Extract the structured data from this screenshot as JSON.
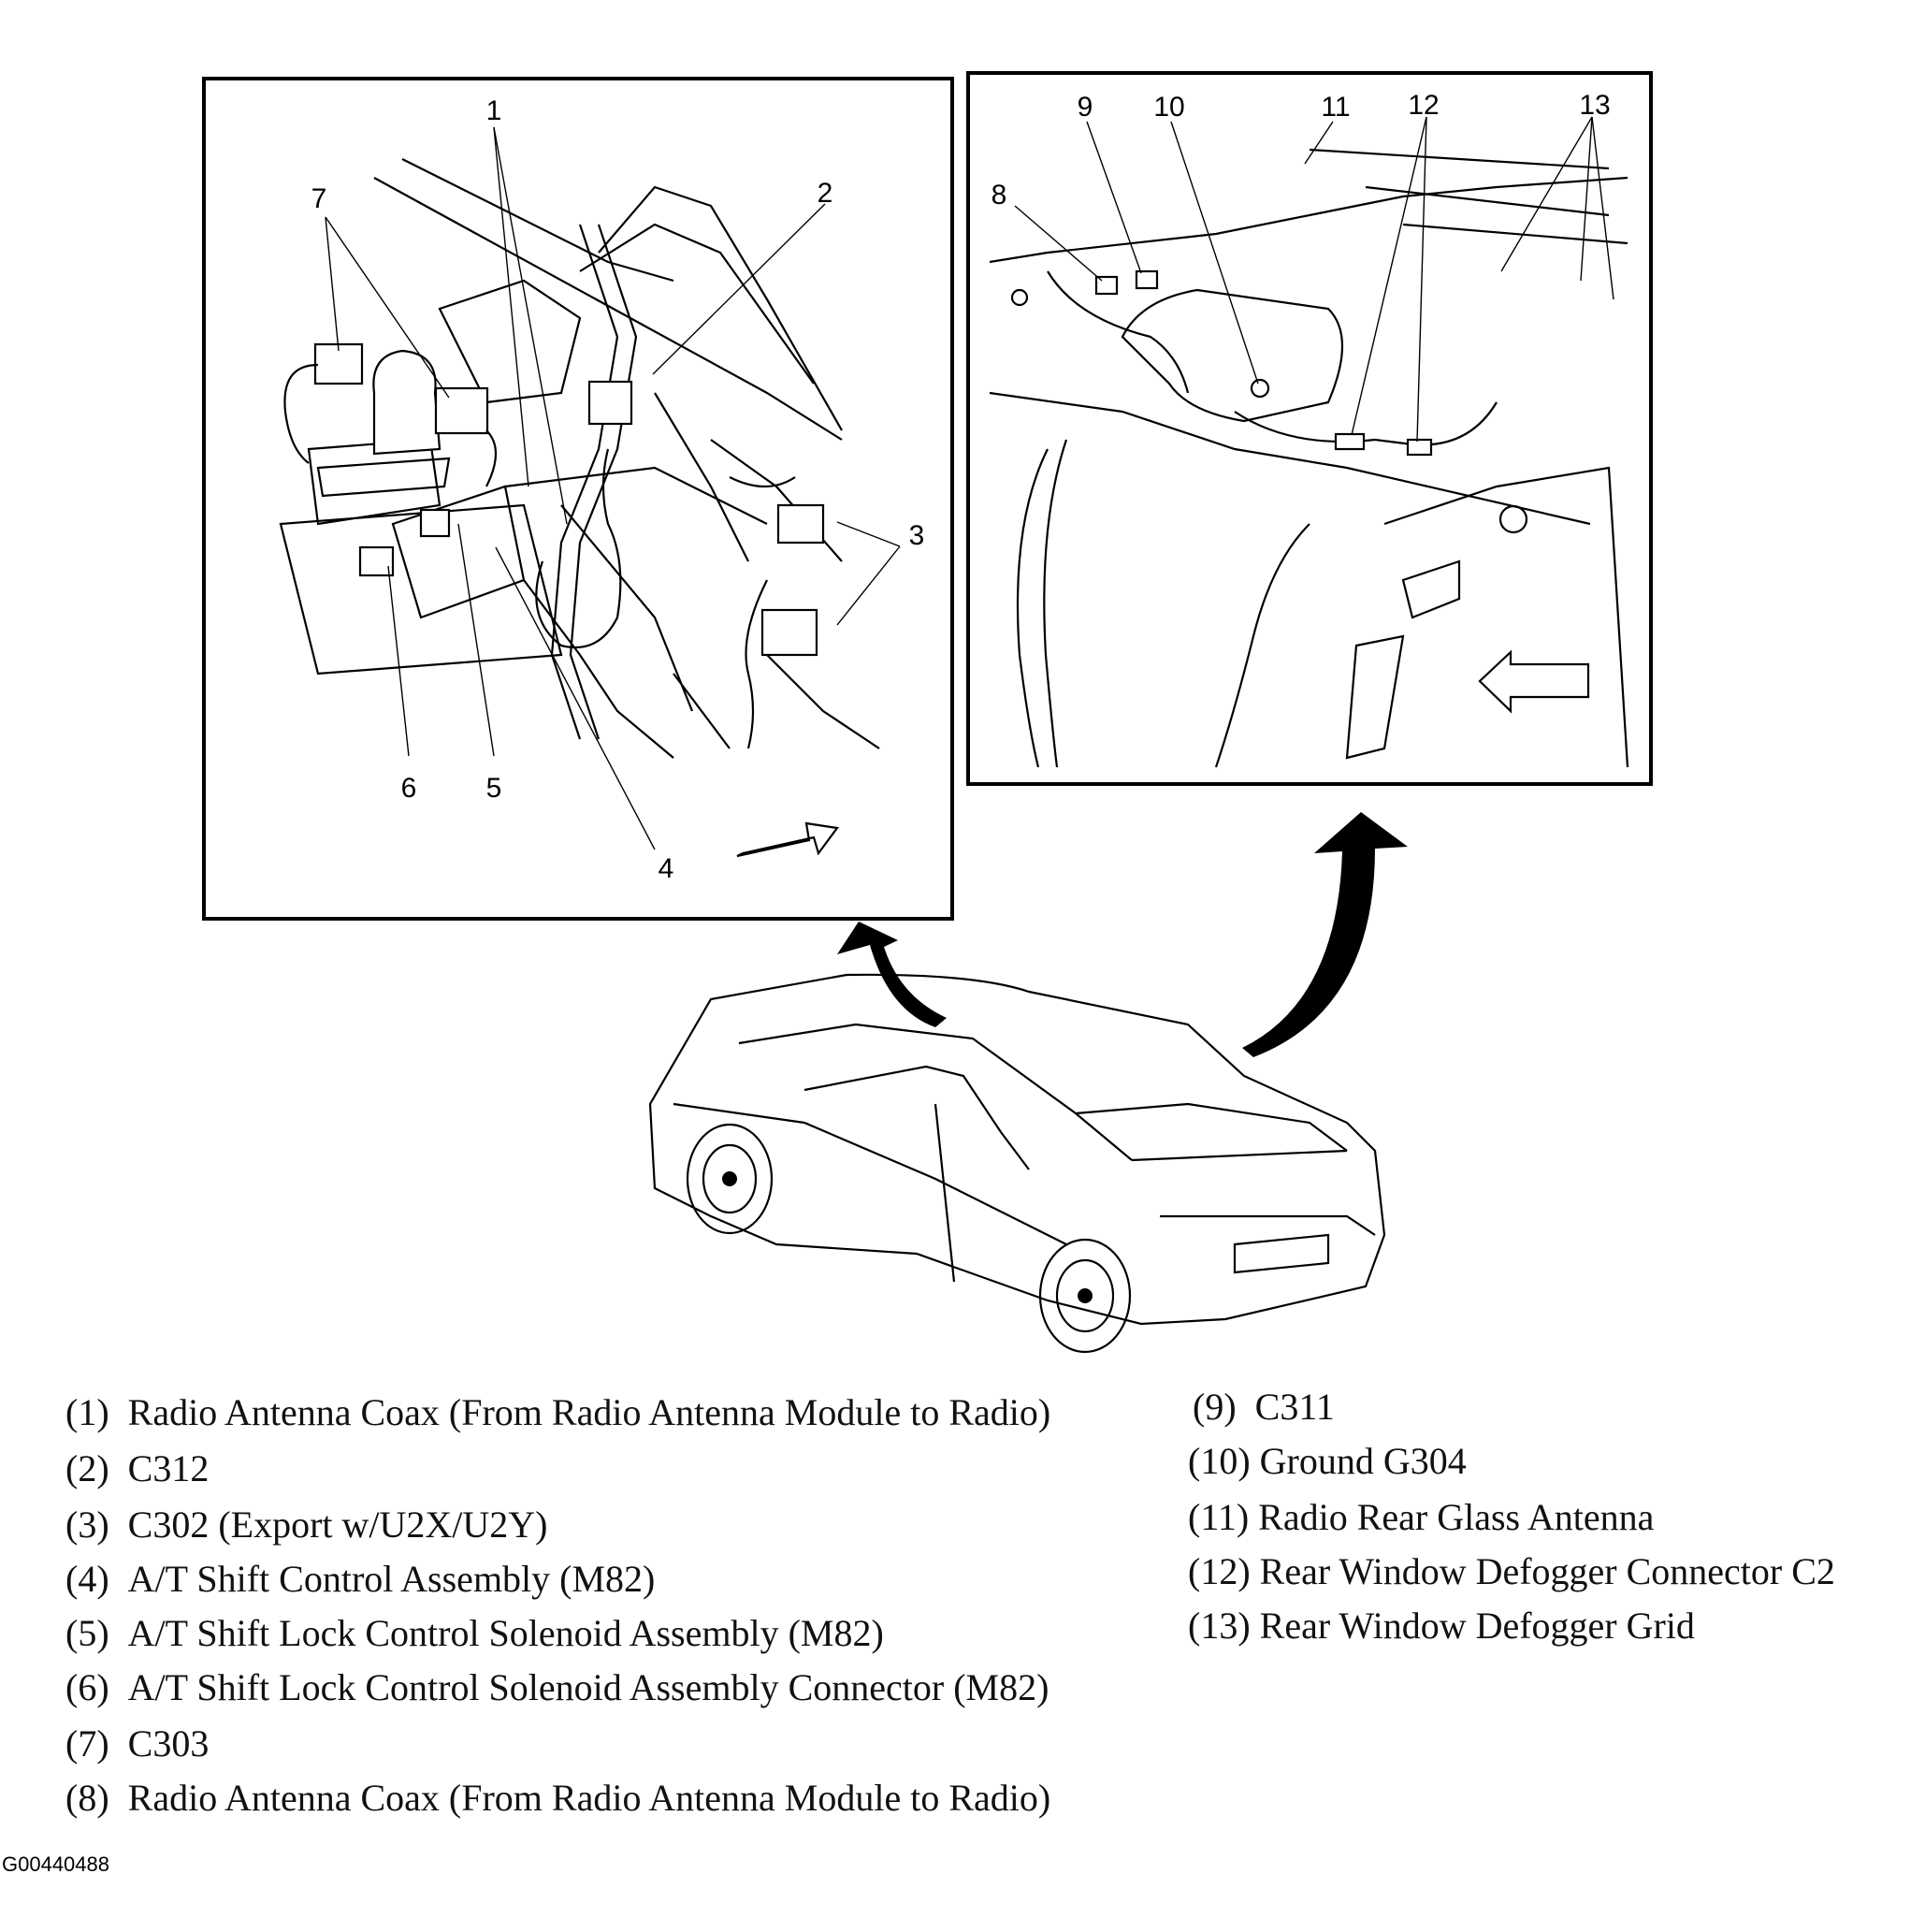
{
  "callouts_left": [
    "1",
    "2",
    "3",
    "4",
    "5",
    "6",
    "7"
  ],
  "callouts_right": [
    "8",
    "9",
    "10",
    "11",
    "12",
    "13"
  ],
  "legend_left": [
    {
      "num": "(1)",
      "text": "Radio Antenna Coax (From Radio Antenna Module to Radio)"
    },
    {
      "num": "(2)",
      "text": "C312"
    },
    {
      "num": "(3)",
      "text": "C302 (Export w/U2X/U2Y)"
    },
    {
      "num": "(4)",
      "text": "A/T Shift Control Assembly (M82)"
    },
    {
      "num": "(5)",
      "text": "A/T Shift Lock Control Solenoid Assembly (M82)"
    },
    {
      "num": "(6)",
      "text": "A/T Shift Lock Control Solenoid Assembly Connector (M82)"
    },
    {
      "num": "(7)",
      "text": "C303"
    },
    {
      "num": "(8)",
      "text": "Radio Antenna Coax (From Radio Antenna Module to Radio)"
    }
  ],
  "legend_right": [
    {
      "num": "(9)",
      "text": "C311"
    },
    {
      "num": "(10)",
      "text": "Ground G304"
    },
    {
      "num": "(11)",
      "text": "Radio Rear Glass Antenna"
    },
    {
      "num": "(12)",
      "text": "Rear Window Defogger Connector C2"
    },
    {
      "num": "(13)",
      "text": "Rear Window Defogger Grid"
    }
  ],
  "figure_id": "G00440488"
}
